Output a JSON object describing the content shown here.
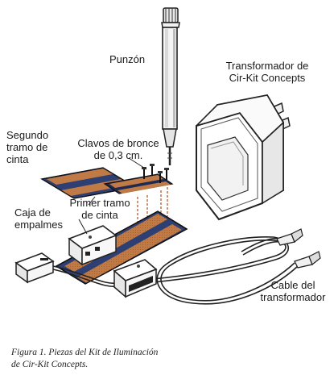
{
  "labels": {
    "punzon": "Punzón",
    "transformador_line1": "Transformador de",
    "transformador_line2": "Cir-Kit Concepts",
    "segundo_line1": "Segundo",
    "segundo_line2": "tramo de",
    "segundo_line3": "cinta",
    "clavos_line1": "Clavos de bronce",
    "clavos_line2": "de 0,3 cm.",
    "primer_line1": "Primer tramo",
    "primer_line2": "de cinta",
    "caja_line1": "Caja de",
    "caja_line2": "empalmes",
    "cable_line1": "Cable del",
    "cable_line2": "transformador"
  },
  "caption": {
    "line1": "Figura 1. Piezas del Kit de Iluminación",
    "line2": "de Cir-Kit Concepts."
  }
}
